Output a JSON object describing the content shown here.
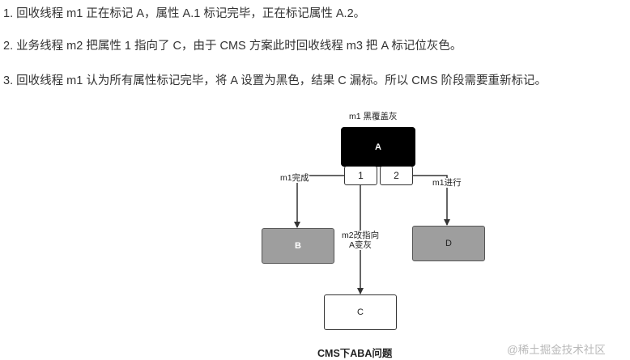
{
  "paragraphs": [
    "1. 回收线程 m1 正在标记 A，属性 A.1 标记完毕，正在标记属性 A.2。",
    "2. 业务线程 m2 把属性 1 指向了 C，由于 CMS 方案此时回收线程 m3 把 A 标记位灰色。",
    "3. 回收线程 m1 认为所有属性标记完毕，将 A 设置为黑色，结果 C 漏标。所以 CMS 阶段需要重新标记。"
  ],
  "diagram": {
    "top_label": "m1 黑覆盖灰",
    "nodes": {
      "a": "A",
      "b": "B",
      "c": "C",
      "d": "D"
    },
    "fields": [
      "1",
      "2"
    ],
    "edge_labels": {
      "m1_done": "m1完成",
      "m1_progress": "m1进行",
      "m2_line1": "m2改指向",
      "m2_line2": "A变灰"
    },
    "colors": {
      "black_node": "#000000",
      "gray_node": "#9e9e9e",
      "white_node": "#ffffff"
    }
  },
  "caption": "CMS下ABA问题",
  "watermark": "@稀土掘金技术社区"
}
